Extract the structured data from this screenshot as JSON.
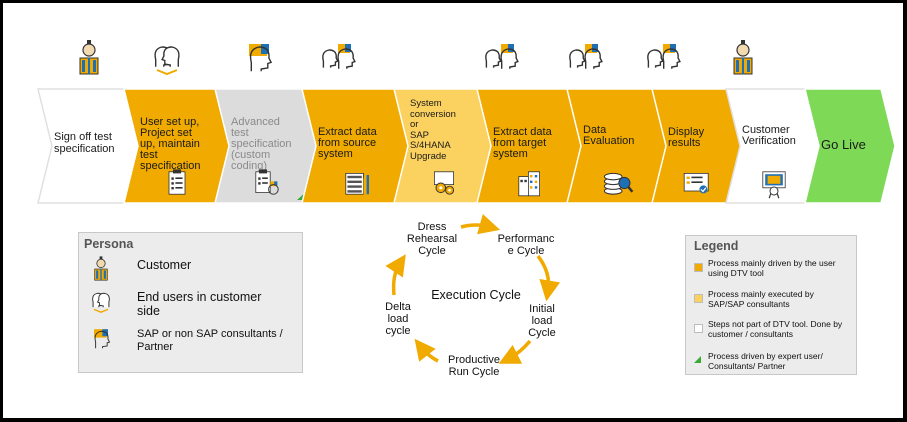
{
  "colors": {
    "user_driven": "#f0aa00",
    "sap_executed": "#fbd160",
    "not_part": "#ffffff",
    "advanced": "#dcdcdc",
    "go_live": "#7ed957",
    "arrow": "#f0aa00",
    "expert_marker": "#3aa935"
  },
  "personas_row": [
    {
      "icon": "customer-icon"
    },
    {
      "icon": "end-user-icon"
    },
    {
      "icon": "consultant-icon"
    },
    {
      "icon": "end-user-consultant-icon"
    },
    {
      "icon": "end-user-consultant-icon"
    },
    {
      "icon": "end-user-consultant-icon"
    },
    {
      "icon": "end-user-consultant-icon"
    },
    {
      "icon": "customer-icon"
    }
  ],
  "process_steps": [
    {
      "label": "Sign off test\nspecification",
      "style": "not_part",
      "icon": ""
    },
    {
      "label": "User set up,\nProject set\nup, maintain\ntest\nspecification",
      "style": "user_driven",
      "icon": "clipboard-icon"
    },
    {
      "label": "Advanced\ntest\nspecification\n(custom\ncoding)",
      "style": "advanced",
      "icon": "clipboard-person-icon"
    },
    {
      "label": "Extract data\nfrom source\nsystem",
      "style": "user_driven",
      "icon": "server-rack-icon"
    },
    {
      "label": "System\nconversion\nor\nSAP\nS/4HANA\nUpgrade",
      "style": "sap_executed",
      "icon": "gear-computer-icon"
    },
    {
      "label": "Extract data\nfrom target\nsystem",
      "style": "user_driven",
      "icon": "building-icon"
    },
    {
      "label": "Data\nEvaluation",
      "style": "user_driven",
      "icon": "database-search-icon"
    },
    {
      "label": "Display\nresults",
      "style": "user_driven",
      "icon": "screen-check-icon"
    },
    {
      "label": "Customer\nVerification",
      "style": "not_part",
      "icon": "certificate-icon"
    },
    {
      "label": "Go Live",
      "style": "go_live",
      "icon": ""
    }
  ],
  "persona_panel": {
    "title": "Persona",
    "items": [
      {
        "label": "Customer",
        "icon": "customer-icon"
      },
      {
        "label": "End users in customer\nside",
        "icon": "end-user-icon"
      },
      {
        "label": "SAP or non SAP consultants /\nPartner",
        "icon": "consultant-icon"
      }
    ]
  },
  "cycle": {
    "center_label": "Execution Cycle",
    "nodes": [
      {
        "label": "Dress\nRehearsal\nCycle"
      },
      {
        "label": "Performanc\ne Cycle"
      },
      {
        "label": "Initial\nload\nCycle"
      },
      {
        "label": "Productive\nRun Cycle"
      },
      {
        "label": "Delta\nload\ncycle"
      }
    ]
  },
  "legend": {
    "title": "Legend",
    "items": [
      {
        "label": "Process mainly driven by the user\nusing DTV tool",
        "marker": "user_driven"
      },
      {
        "label": "Process mainly executed by\nSAP/SAP consultants",
        "marker": "sap_executed"
      },
      {
        "label": "Steps not part of DTV tool. Done by\ncustomer / consultants",
        "marker": "not_part"
      },
      {
        "label": "Process driven by expert user/\nConsultants/ Partner",
        "marker": "expert"
      }
    ]
  }
}
